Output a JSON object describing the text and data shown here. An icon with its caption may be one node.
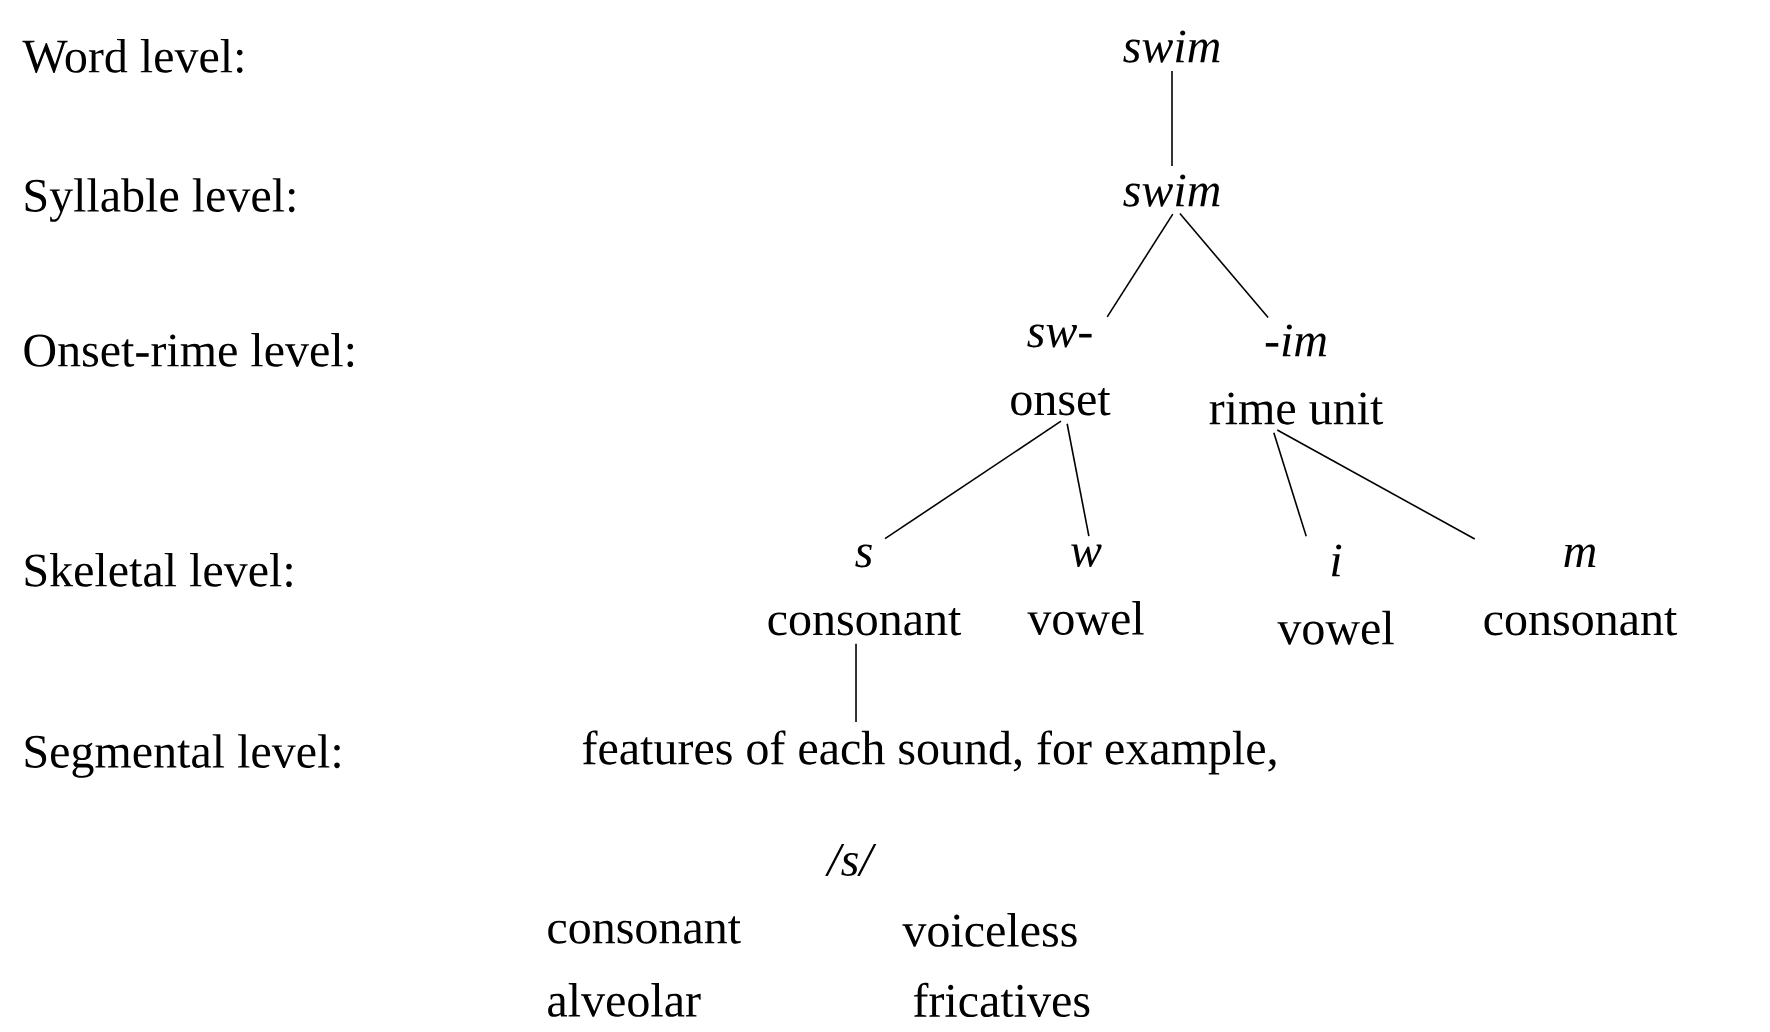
{
  "diagram": {
    "nodes": [
      {
        "text": [
          "swim"
        ]
      },
      {
        "text": [
          "swim"
        ]
      },
      {
        "text": [
          "sw-",
          "onset"
        ]
      },
      {
        "text": [
          "-im",
          "rime unit"
        ]
      },
      {
        "text": [
          "s",
          "consonant"
        ]
      },
      {
        "text": [
          "w",
          "vowel"
        ]
      },
      {
        "text": [
          "i",
          "vowel"
        ]
      },
      {
        "text": [
          "m",
          "consonant"
        ]
      },
      {
        "text": [
          "features of each sound, for example,"
        ]
      }
    ],
    "edges": [
      {
        "from": 0,
        "to": 1,
        "arrow": "none"
      },
      {
        "from": 1,
        "to": 2,
        "arrow": "none"
      },
      {
        "from": 1,
        "to": 3,
        "arrow": "none"
      },
      {
        "from": 2,
        "to": 4,
        "arrow": "none"
      },
      {
        "from": 2,
        "to": 5,
        "arrow": "none"
      },
      {
        "from": 3,
        "to": 6,
        "arrow": "none"
      },
      {
        "from": 3,
        "to": 7,
        "arrow": "none"
      },
      {
        "from": 4,
        "to": 8,
        "arrow": "none"
      }
    ],
    "labels": [
      "Word level:",
      "Syllable level:",
      "Onset-rime level:",
      "Skeletal level:",
      "Segmental level:",
      "/s/",
      "consonant",
      "voiceless",
      "alveolar",
      "fricatives"
    ]
  }
}
